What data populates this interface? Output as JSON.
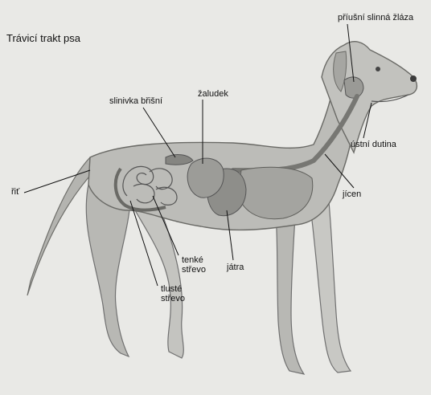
{
  "diagram": {
    "title": "Trávicí trakt psa",
    "labels": {
      "prius_slinna_zlaza": "příušní slinná žláza",
      "slinivka_brisni": "slinivka břišní",
      "zaludek": "žaludek",
      "ustni_dutina": "ústní dutina",
      "rit": "řiť",
      "jicen": "jícen",
      "tenke_strevo": "tenké střevo",
      "tluste_strevo": "tlusté střevo",
      "jatra": "játra"
    }
  },
  "colors": {
    "background": "#e9e9e6",
    "ink": "#111111",
    "dog_body": "#b9b9b5",
    "organs": "#8f8f8b"
  }
}
